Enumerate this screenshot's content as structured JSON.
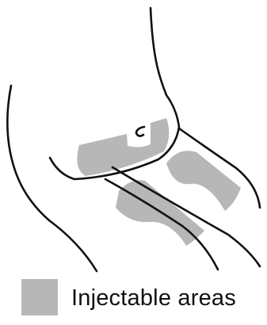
{
  "colors": {
    "outline": "#111111",
    "injectable_area": "#b7b7b7",
    "background": "#ffffff"
  },
  "illustration": {
    "subject": "lower-torso-and-thighs",
    "highlighted_regions": [
      "abdomen-area",
      "left-thigh-area",
      "right-thigh-area"
    ]
  },
  "legend": {
    "label": "Injectable areas",
    "swatch_color": "#b7b7b7"
  }
}
